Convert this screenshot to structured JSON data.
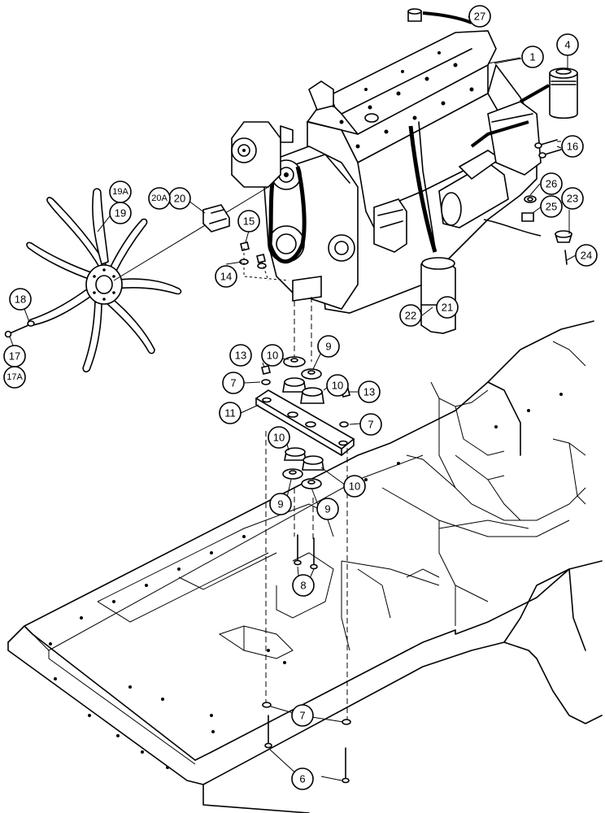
{
  "diagram": {
    "callouts": [
      {
        "id": "c1",
        "label": "1"
      },
      {
        "id": "c4",
        "label": "4"
      },
      {
        "id": "c6",
        "label": "6"
      },
      {
        "id": "c7a",
        "label": "7"
      },
      {
        "id": "c7b",
        "label": "7"
      },
      {
        "id": "c7c",
        "label": "7"
      },
      {
        "id": "c8",
        "label": "8"
      },
      {
        "id": "c9a",
        "label": "9"
      },
      {
        "id": "c9b",
        "label": "9"
      },
      {
        "id": "c9c",
        "label": "9"
      },
      {
        "id": "c10a",
        "label": "10"
      },
      {
        "id": "c10b",
        "label": "10"
      },
      {
        "id": "c10c",
        "label": "10"
      },
      {
        "id": "c10d",
        "label": "10"
      },
      {
        "id": "c11",
        "label": "11"
      },
      {
        "id": "c13a",
        "label": "13"
      },
      {
        "id": "c13b",
        "label": "13"
      },
      {
        "id": "c14",
        "label": "14"
      },
      {
        "id": "c15",
        "label": "15"
      },
      {
        "id": "c16",
        "label": "16"
      },
      {
        "id": "c17",
        "label": "17"
      },
      {
        "id": "c17A",
        "label": "17A"
      },
      {
        "id": "c18",
        "label": "18"
      },
      {
        "id": "c19",
        "label": "19"
      },
      {
        "id": "c19A",
        "label": "19A"
      },
      {
        "id": "c20",
        "label": "20"
      },
      {
        "id": "c20A",
        "label": "20A"
      },
      {
        "id": "c21",
        "label": "21"
      },
      {
        "id": "c22",
        "label": "22"
      },
      {
        "id": "c23",
        "label": "23"
      },
      {
        "id": "c24",
        "label": "24"
      },
      {
        "id": "c25",
        "label": "25"
      },
      {
        "id": "c26",
        "label": "26"
      },
      {
        "id": "c27",
        "label": "27"
      }
    ]
  }
}
